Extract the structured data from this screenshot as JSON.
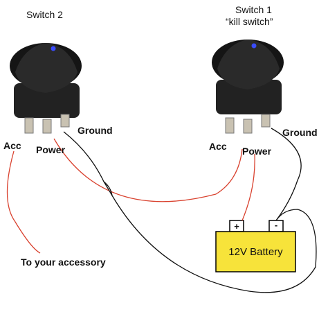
{
  "switch_2": {
    "title": "Switch 2",
    "labels": {
      "acc": "Acc",
      "power": "Power",
      "ground": "Ground"
    }
  },
  "switch_1": {
    "title": "Switch 1",
    "subtitle": "“kill switch”",
    "labels": {
      "acc": "Acc",
      "power": "Power",
      "ground": "Ground"
    }
  },
  "battery": {
    "label": "12V Battery",
    "plus": "+",
    "minus": "-"
  },
  "accessory_label": "To your accessory",
  "colors": {
    "power_wire": "#d9412e",
    "ground_wire": "#111111",
    "battery_fill": "#f7e33a",
    "switch_body": "#1c1c1c",
    "indicator": "#3a4cff",
    "terminal": "#c9c2b2"
  }
}
